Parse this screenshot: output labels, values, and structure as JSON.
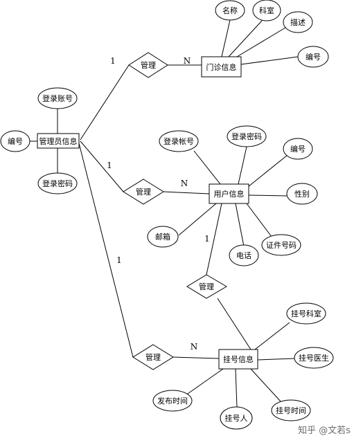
{
  "entities": {
    "admin": "管理员信息",
    "clinic": "门诊信息",
    "user": "用户信息",
    "reg": "挂号信息"
  },
  "relationships": {
    "manage_clinic": "管理",
    "manage_user": "管理",
    "manage_reg": "管理",
    "manage_user_reg": "管理"
  },
  "attributes": {
    "admin_account": "登录账号",
    "admin_id": "编号",
    "admin_password": "登录密码",
    "clinic_name": "名称",
    "clinic_dept": "科室",
    "clinic_desc": "描述",
    "clinic_id": "编号",
    "user_account": "登录帐号",
    "user_password": "登录密码",
    "user_id": "编号",
    "user_gender": "性别",
    "user_idcard": "证件号码",
    "user_phone": "电话",
    "user_email": "邮箱",
    "reg_dept": "挂号科室",
    "reg_doctor": "挂号医生",
    "reg_time": "挂号时间",
    "reg_person": "挂号人",
    "reg_publish_time": "发布时间"
  },
  "cardinalities": {
    "admin_clinic_one": "1",
    "admin_clinic_many": "N",
    "admin_user_one": "1",
    "admin_user_many": "N",
    "admin_reg_one": "1",
    "admin_reg_many": "N",
    "user_reg_one": "1"
  },
  "watermark": "知乎 @文若s"
}
